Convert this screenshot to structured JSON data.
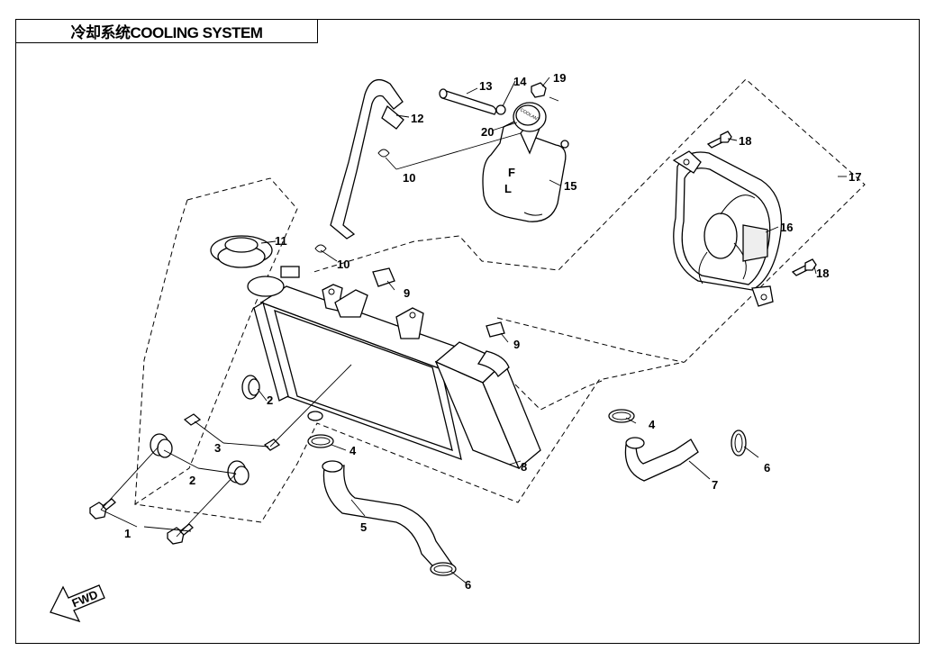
{
  "title": "冷却系统COOLING SYSTEM",
  "fwd_label": "FWD",
  "tank_marks": {
    "full": "F",
    "low": "L"
  },
  "cap_text": "COOLANT",
  "callouts": [
    {
      "id": "1",
      "part": "bolt"
    },
    {
      "id": "2",
      "part": "rubber-grommet"
    },
    {
      "id": "3",
      "part": "collar"
    },
    {
      "id": "4",
      "part": "hose-clamp"
    },
    {
      "id": "5",
      "part": "lower-hose"
    },
    {
      "id": "6",
      "part": "hose-clamp"
    },
    {
      "id": "7",
      "part": "outlet-hose"
    },
    {
      "id": "8",
      "part": "radiator"
    },
    {
      "id": "9",
      "part": "clip-nut"
    },
    {
      "id": "10",
      "part": "hose-clip"
    },
    {
      "id": "11",
      "part": "radiator-cap"
    },
    {
      "id": "12",
      "part": "overflow-hose"
    },
    {
      "id": "13",
      "part": "breather-hose"
    },
    {
      "id": "14",
      "part": "clip"
    },
    {
      "id": "15",
      "part": "reserve-tank"
    },
    {
      "id": "16",
      "part": "fan-motor"
    },
    {
      "id": "17",
      "part": "fan-assembly"
    },
    {
      "id": "18",
      "part": "bolt"
    },
    {
      "id": "19",
      "part": "bolt"
    },
    {
      "id": "20",
      "part": "tank-cap"
    }
  ]
}
